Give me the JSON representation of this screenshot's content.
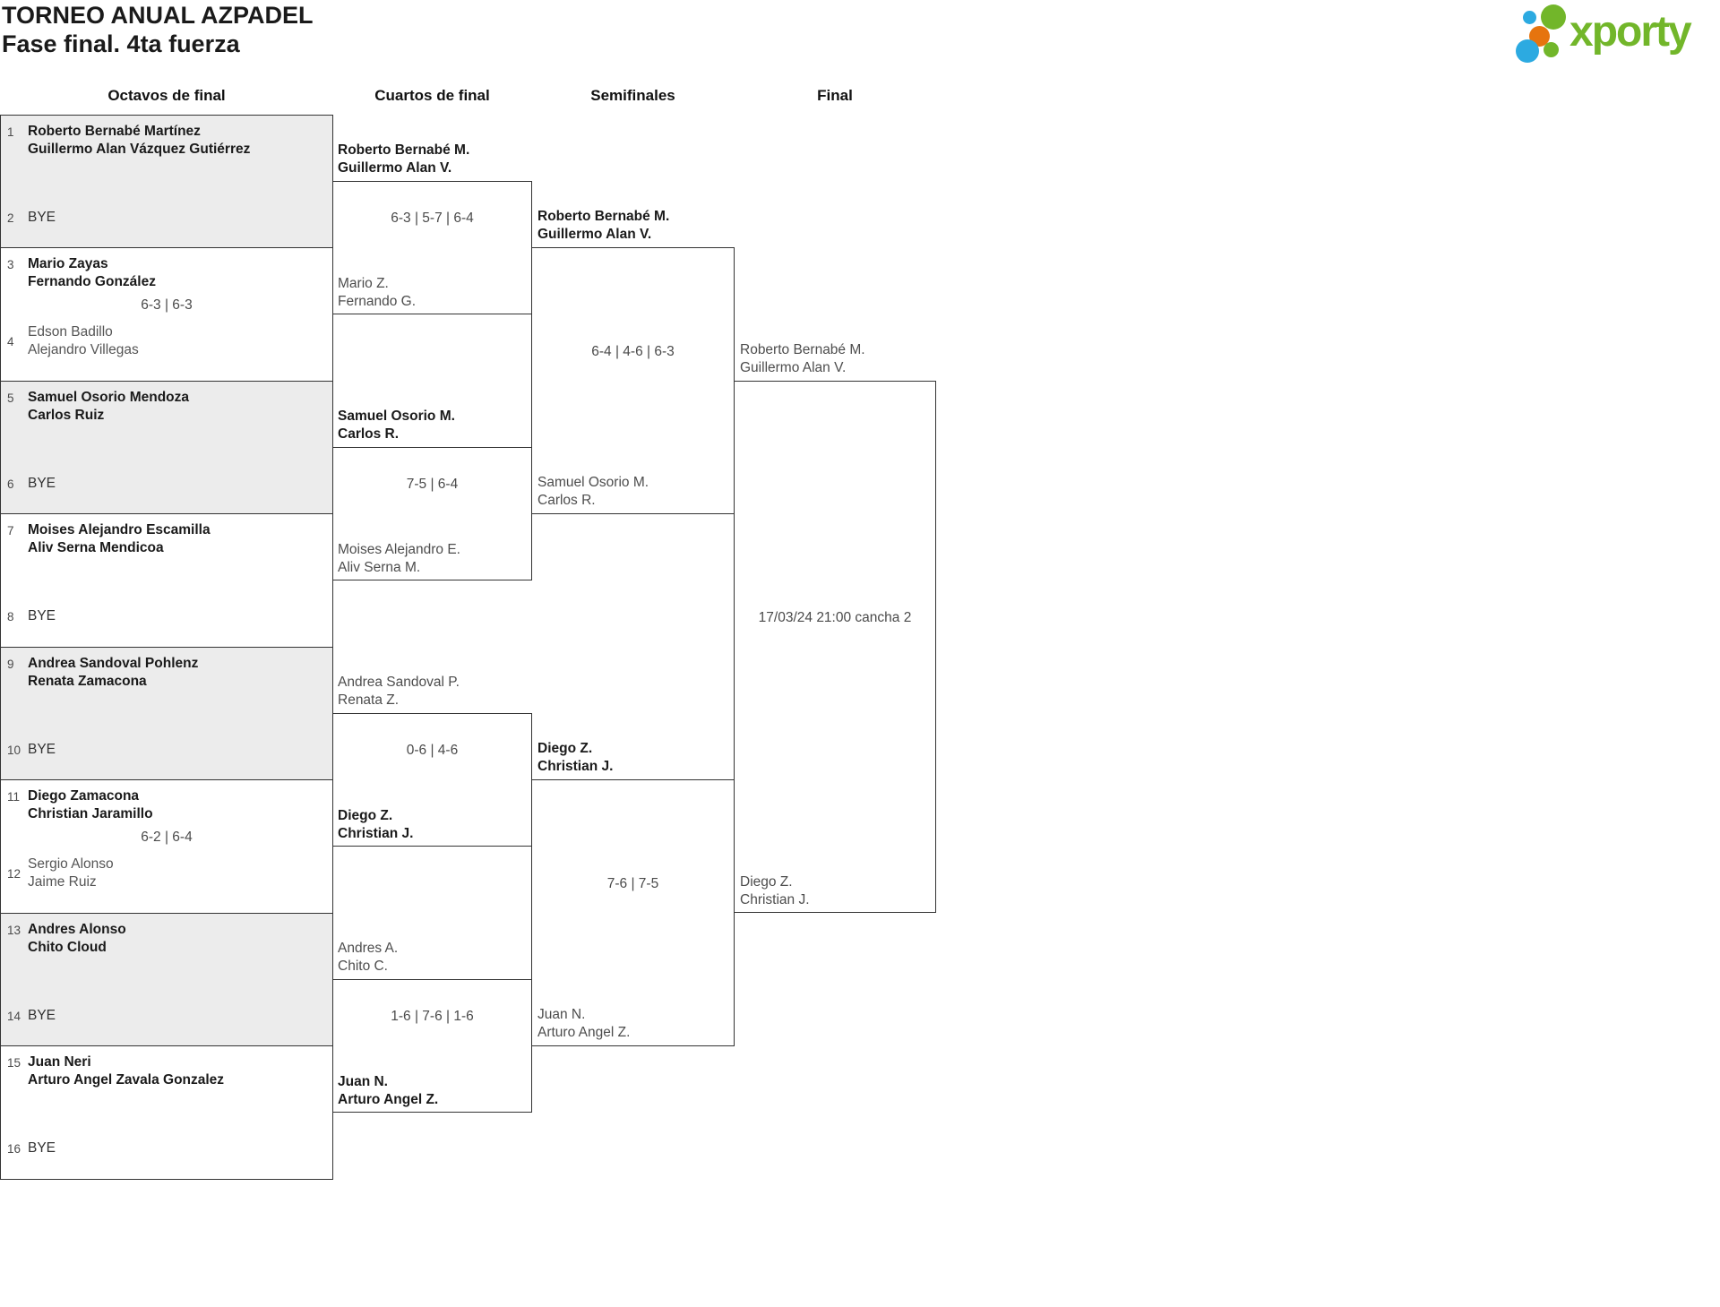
{
  "header": {
    "title": "TORNEO ANUAL AZPADEL",
    "subtitle": "Fase final. 4ta fuerza"
  },
  "logo": {
    "text": "xporty",
    "colors": {
      "green": "#72b62a",
      "blue": "#2caae1",
      "orange": "#e6740e"
    }
  },
  "rounds": {
    "r16": "Octavos de final",
    "qf": "Cuartos de final",
    "sf": "Semifinales",
    "final": "Final"
  },
  "r16": [
    {
      "seed_top": "1",
      "top1": "Roberto Bernabé Martínez",
      "top2": "Guillermo Alan Vázquez Gutiérrez",
      "score": "",
      "seed_bot": "2",
      "bot1": "BYE",
      "bot2": ""
    },
    {
      "seed_top": "3",
      "top1": "Mario Zayas",
      "top2": "Fernando González",
      "score": "6-3 | 6-3",
      "seed_bot": "4",
      "bot1": "Edson Badillo",
      "bot2": "Alejandro Villegas"
    },
    {
      "seed_top": "5",
      "top1": "Samuel Osorio Mendoza",
      "top2": "Carlos Ruiz",
      "score": "",
      "seed_bot": "6",
      "bot1": "BYE",
      "bot2": ""
    },
    {
      "seed_top": "7",
      "top1": "Moises Alejandro Escamilla",
      "top2": "Aliv Serna Mendicoa",
      "score": "",
      "seed_bot": "8",
      "bot1": "BYE",
      "bot2": ""
    },
    {
      "seed_top": "9",
      "top1": "Andrea Sandoval Pohlenz",
      "top2": "Renata Zamacona",
      "score": "",
      "seed_bot": "10",
      "bot1": "BYE",
      "bot2": ""
    },
    {
      "seed_top": "11",
      "top1": "Diego Zamacona",
      "top2": "Christian Jaramillo",
      "score": "6-2 | 6-4",
      "seed_bot": "12",
      "bot1": "Sergio Alonso",
      "bot2": "Jaime Ruiz"
    },
    {
      "seed_top": "13",
      "top1": "Andres Alonso",
      "top2": "Chito Cloud",
      "score": "",
      "seed_bot": "14",
      "bot1": "BYE",
      "bot2": ""
    },
    {
      "seed_top": "15",
      "top1": "Juan Neri",
      "top2": "Arturo Angel Zavala Gonzalez",
      "score": "",
      "seed_bot": "16",
      "bot1": "BYE",
      "bot2": ""
    }
  ],
  "qf": [
    {
      "top1": "Roberto Bernabé M.",
      "top2": "Guillermo Alan V.",
      "score": "6-3 | 5-7 | 6-4",
      "bot1": "Mario Z.",
      "bot2": "Fernando G."
    },
    {
      "top1": "Samuel Osorio M.",
      "top2": "Carlos R.",
      "score": "7-5 | 6-4",
      "bot1": "Moises Alejandro E.",
      "bot2": "Aliv Serna M."
    },
    {
      "top1": "Andrea Sandoval P.",
      "top2": "Renata Z.",
      "score": "0-6 | 4-6",
      "bot1": "Diego Z.",
      "bot2": "Christian J."
    },
    {
      "top1": "Andres A.",
      "top2": "Chito C.",
      "score": "1-6 | 7-6 | 1-6",
      "bot1": "Juan N.",
      "bot2": "Arturo Angel Z."
    }
  ],
  "sf": [
    {
      "top1": "Roberto Bernabé M.",
      "top2": "Guillermo Alan V.",
      "score": "6-4 | 4-6 | 6-3",
      "bot1": "Samuel Osorio M.",
      "bot2": "Carlos R."
    },
    {
      "top1": "Diego Z.",
      "top2": "Christian J.",
      "score": "7-6 | 7-5",
      "bot1": "Juan N.",
      "bot2": "Arturo Angel Z."
    }
  ],
  "final": {
    "top1": "Roberto Bernabé M.",
    "top2": "Guillermo Alan V.",
    "schedule": "17/03/24 21:00 cancha 2",
    "bot1": "Diego Z.",
    "bot2": "Christian J."
  }
}
